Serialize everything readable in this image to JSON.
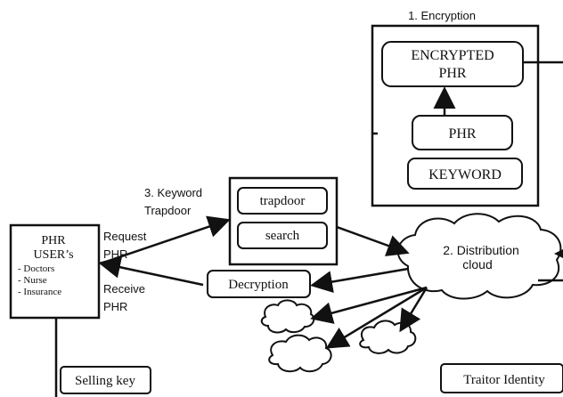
{
  "encryption": {
    "title": "1. Encryption",
    "encrypted_line1": "ENCRYPTED",
    "encrypted_line2": "PHR",
    "phr": "PHR",
    "keyword": "KEYWORD"
  },
  "trapdoor_group": {
    "title_line1": "3. Keyword",
    "title_line2": "Trapdoor",
    "trapdoor": "trapdoor",
    "search": "search"
  },
  "user": {
    "line1": "PHR",
    "line2": "USER’s",
    "item1": "- Doctors",
    "item2": "- Nurse",
    "item3": "- Insurance"
  },
  "labels": {
    "request_line1": "Request",
    "request_line2": "PHR",
    "receive_line1": "Receive",
    "receive_line2": "PHR"
  },
  "decryption": "Decryption",
  "cloud": {
    "line1": "2. Distribution",
    "line2": "cloud"
  },
  "selling_key": "Selling key",
  "traitor_identity": "Traitor Identity",
  "colors": {
    "stroke": "#111111",
    "background": "#ffffff"
  }
}
